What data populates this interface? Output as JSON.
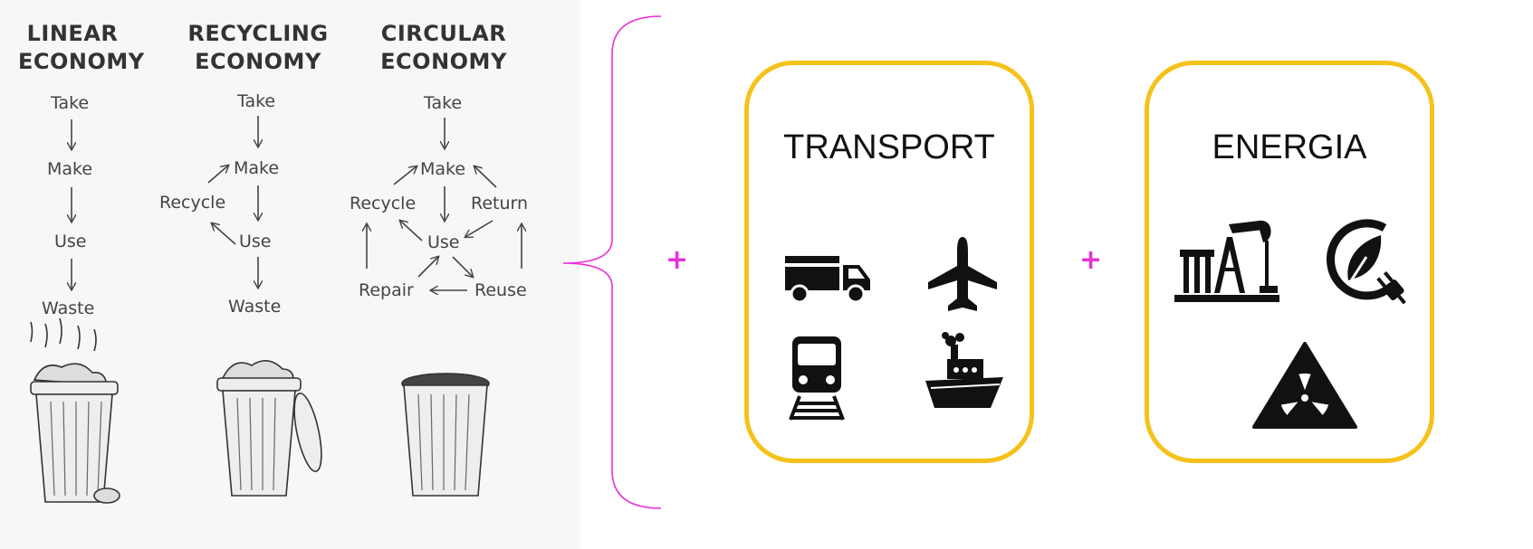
{
  "economies": [
    {
      "title_line1": "LINEAR",
      "title_line2": "ECONOMY",
      "steps": [
        "Take",
        "Make",
        "Use",
        "Waste"
      ]
    },
    {
      "title_line1": "RECYCLING",
      "title_line2": "ECONOMY",
      "steps": [
        "Take",
        "Make",
        "Recycle",
        "Use",
        "Waste"
      ]
    },
    {
      "title_line1": "CIRCULAR",
      "title_line2": "ECONOMY",
      "steps": [
        "Take",
        "Make",
        "Recycle",
        "Return",
        "Use",
        "Repair",
        "Reuse"
      ]
    }
  ],
  "plus_sign": "+",
  "cards": [
    {
      "title": "TRANSPORT",
      "icons": [
        "truck-icon",
        "airplane-icon",
        "train-icon",
        "ship-icon"
      ]
    },
    {
      "title": "ENERGIA",
      "icons": [
        "oil-pump-icon",
        "green-energy-plug-icon",
        "radiation-hazard-icon"
      ]
    }
  ],
  "colors": {
    "card_border": "#f5c21b",
    "plus": "#e830d8",
    "brace": "#e830d8"
  }
}
